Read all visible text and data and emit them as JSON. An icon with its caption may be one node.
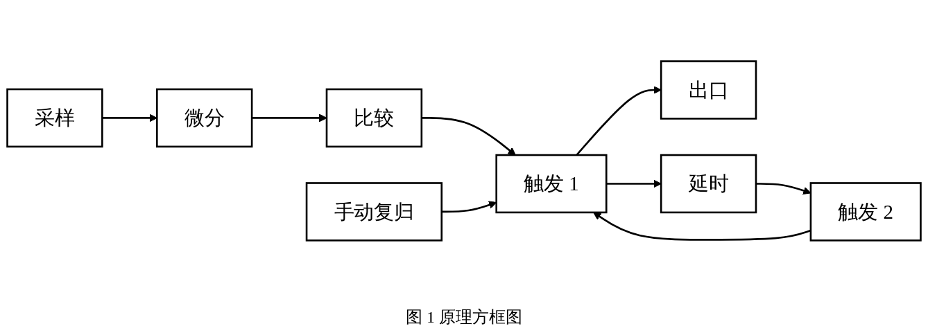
{
  "diagram": {
    "caption": "图 1 原理方框图",
    "nodes": [
      {
        "text": [
          "采样"
        ]
      },
      {
        "text": [
          "微分"
        ]
      },
      {
        "text": [
          "比较"
        ]
      },
      {
        "text": [
          "手动复归"
        ]
      },
      {
        "text": [
          "触发 1"
        ]
      },
      {
        "text": [
          "出口"
        ]
      },
      {
        "text": [
          "延时"
        ]
      },
      {
        "text": [
          "触发 2"
        ]
      }
    ],
    "edges": [
      {
        "from": 0,
        "to": 1,
        "arrow": "to"
      },
      {
        "from": 1,
        "to": 2,
        "arrow": "to"
      },
      {
        "from": 2,
        "to": 4,
        "arrow": "to"
      },
      {
        "from": 3,
        "to": 4,
        "arrow": "to"
      },
      {
        "from": 4,
        "to": 5,
        "arrow": "to"
      },
      {
        "from": 4,
        "to": 6,
        "arrow": "to"
      },
      {
        "from": 6,
        "to": 7,
        "arrow": "to"
      },
      {
        "from": 7,
        "to": 4,
        "arrow": "to"
      }
    ]
  }
}
